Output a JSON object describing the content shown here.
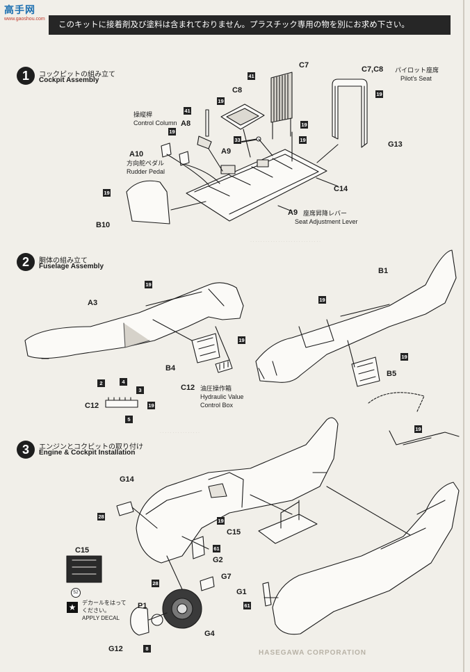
{
  "logo": {
    "text": "高手网",
    "url": "www.gaoshou.com"
  },
  "header": {
    "notice": "このキットに接着剤及び塗料は含まれておりません。プラスチック専用の物を別にお求め下さい。"
  },
  "step1": {
    "number": "1",
    "title_jp": "コックピットの組み立て",
    "title_en": "Cockpit Assembly",
    "control_column_jp": "操縦桿",
    "control_column_en": "Control Column",
    "rudder_pedal_jp": "方向舵ペダル",
    "rudder_pedal_en": "Rudder Pedal",
    "pilot_seat_code": "C7,C8",
    "pilot_seat_jp": "パイロット座席",
    "pilot_seat_en": "Pilot's Seat",
    "seat_lever_code": "A9",
    "seat_lever_jp": "座席昇降レバー",
    "seat_lever_en": "Seat Adjustment Lever",
    "parts": {
      "c7": "C7",
      "c8": "C8",
      "a8": "A8",
      "a9": "A9",
      "a10": "A10",
      "b10": "B10",
      "c14": "C14",
      "g13": "G13"
    },
    "badges": [
      "41",
      "19",
      "33",
      "41",
      "19",
      "19",
      "19",
      "19",
      "19"
    ]
  },
  "step2": {
    "number": "2",
    "title_jp": "胴体の組み立て",
    "title_en": "Fuselage Assembly",
    "parts": {
      "a3": "A3",
      "b1": "B1",
      "b4": "B4",
      "b5": "B5",
      "c12": "C12",
      "c12b": "C12"
    },
    "hydraulic_code": "C12",
    "hydraulic_jp": "油圧操作箱",
    "hydraulic_en_1": "Hydraulic Value",
    "hydraulic_en_2": "Control Box",
    "badges": [
      "19",
      "19",
      "19",
      "19",
      "2",
      "4",
      "3",
      "19",
      "5"
    ]
  },
  "step3": {
    "number": "3",
    "title_jp": "エンジンとコクピットの取り付け",
    "title_en": "Engine & Cockpit Installation",
    "parts": {
      "g14": "G14",
      "c15": "C15",
      "c15b": "C15",
      "g2": "G2",
      "g7": "G7",
      "g1": "G1",
      "p1": "P1",
      "g12": "G12",
      "g4": "G4"
    },
    "decal_jp_1": "デカールをはって",
    "decal_jp_2": "ください。",
    "decal_en": "APPLY DECAL",
    "decal_number": "52",
    "badges": [
      "28",
      "19",
      "61",
      "19",
      "28",
      "61",
      "8"
    ]
  },
  "footer": {
    "maker": "HASEGAWA CORPORATION"
  },
  "colors": {
    "ink": "#1a1a1a",
    "paper": "#f1efe9",
    "header_bg": "#262626",
    "logo_blue": "#1c6fb0"
  }
}
